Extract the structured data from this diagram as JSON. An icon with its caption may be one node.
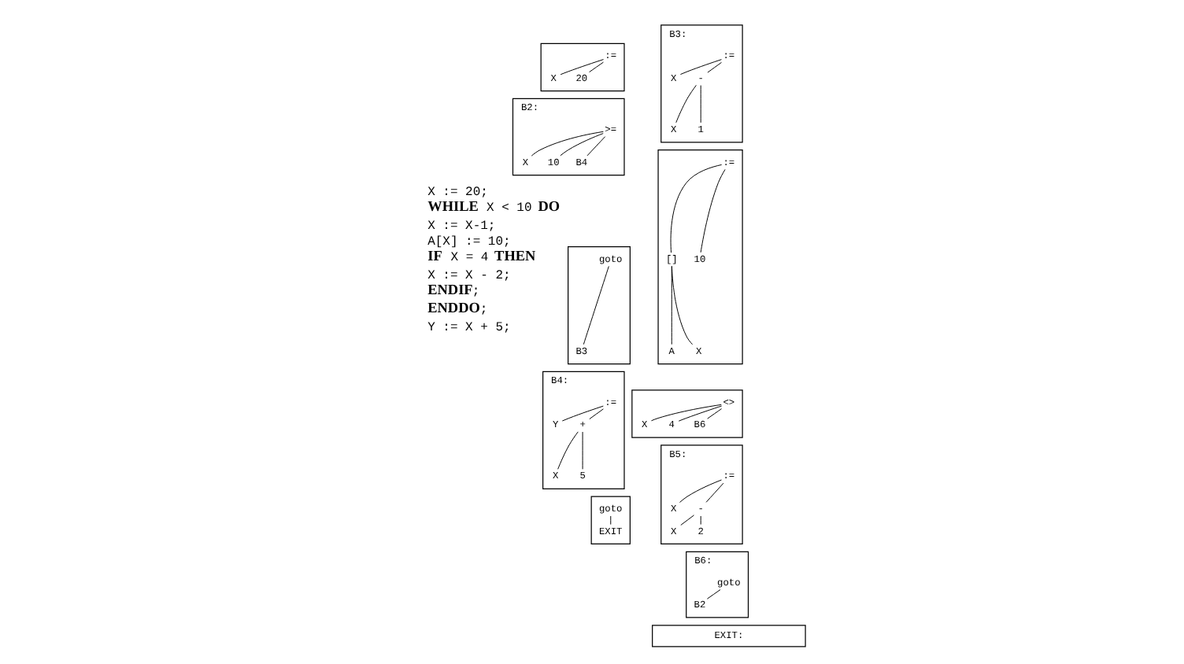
{
  "diagram": {
    "nodes": [
      {
        "text": [],
        "shape": "box"
      },
      {
        "text": [
          ":="
        ],
        "in": 0
      },
      {
        "text": [
          "X"
        ],
        "in": 0
      },
      {
        "text": [
          "20"
        ],
        "in": 0
      },
      {
        "text": [
          "B2:"
        ]
      },
      {
        "text": [
          ">="
        ],
        "in": 4
      },
      {
        "text": [
          "X"
        ],
        "in": 4
      },
      {
        "text": [
          "10"
        ],
        "in": 4
      },
      {
        "text": [
          "B4"
        ],
        "in": 4
      },
      {
        "text": [],
        "shape": "box"
      },
      {
        "text": [
          "goto"
        ],
        "in": 9
      },
      {
        "text": [
          "B3"
        ],
        "in": 9
      },
      {
        "text": [
          "B4:"
        ]
      },
      {
        "text": [
          ":="
        ],
        "in": 12
      },
      {
        "text": [
          "Y"
        ],
        "in": 12
      },
      {
        "text": [
          "+"
        ],
        "in": 12
      },
      {
        "text": [
          "X"
        ],
        "in": 12
      },
      {
        "text": [
          "5"
        ],
        "in": 12
      },
      {
        "text": [],
        "shape": "box"
      },
      {
        "text": [
          "goto"
        ],
        "in": 18
      },
      {
        "text": [
          "EXIT"
        ],
        "in": 18
      },
      {
        "text": [
          "B3:"
        ]
      },
      {
        "text": [
          ":="
        ],
        "in": 21
      },
      {
        "text": [
          "X"
        ],
        "in": 21
      },
      {
        "text": [
          "-"
        ],
        "in": 21
      },
      {
        "text": [
          "X"
        ],
        "in": 21
      },
      {
        "text": [
          "1"
        ],
        "in": 21
      },
      {
        "text": [],
        "shape": "box"
      },
      {
        "text": [
          ":="
        ],
        "in": 27
      },
      {
        "text": [
          "[]"
        ],
        "in": 27
      },
      {
        "text": [
          "A"
        ],
        "in": 27
      },
      {
        "text": [
          "X"
        ],
        "in": 27
      },
      {
        "text": [
          "10"
        ],
        "in": 27
      },
      {
        "text": [],
        "shape": "box"
      },
      {
        "text": [
          "<>"
        ],
        "in": 33
      },
      {
        "text": [
          "X"
        ],
        "in": 33
      },
      {
        "text": [
          "4"
        ],
        "in": 33
      },
      {
        "text": [
          "B6"
        ],
        "in": 33
      },
      {
        "text": [
          "B5:"
        ]
      },
      {
        "text": [
          ":="
        ],
        "in": 38
      },
      {
        "text": [
          "X"
        ],
        "in": 38
      },
      {
        "text": [
          "-"
        ],
        "in": 38
      },
      {
        "text": [
          "X"
        ],
        "in": 38
      },
      {
        "text": [
          "2"
        ],
        "in": 38
      },
      {
        "text": [
          "B6:"
        ]
      },
      {
        "text": [
          "goto"
        ],
        "in": 44
      },
      {
        "text": [
          "B2"
        ],
        "in": 44
      },
      {
        "text": [
          "EXIT:"
        ]
      }
    ],
    "edges": [
      {
        "from": 1,
        "to": 2,
        "arrow": "none"
      },
      {
        "from": 1,
        "to": 3,
        "arrow": "none"
      },
      {
        "from": 5,
        "to": 6,
        "arrow": "none"
      },
      {
        "from": 5,
        "to": 7,
        "arrow": "none"
      },
      {
        "from": 5,
        "to": 8,
        "arrow": "none"
      },
      {
        "from": 10,
        "to": 11,
        "arrow": "none"
      },
      {
        "from": 13,
        "to": 14,
        "arrow": "none"
      },
      {
        "from": 13,
        "to": 15,
        "arrow": "none"
      },
      {
        "from": 15,
        "to": 16,
        "arrow": "none"
      },
      {
        "from": 15,
        "to": 17,
        "arrow": "none"
      },
      {
        "from": 19,
        "to": 20,
        "arrow": "none"
      },
      {
        "from": 22,
        "to": 23,
        "arrow": "none"
      },
      {
        "from": 22,
        "to": 24,
        "arrow": "none"
      },
      {
        "from": 24,
        "to": 25,
        "arrow": "none"
      },
      {
        "from": 24,
        "to": 26,
        "arrow": "none"
      },
      {
        "from": 28,
        "to": 29,
        "arrow": "none"
      },
      {
        "from": 28,
        "to": 32,
        "arrow": "none"
      },
      {
        "from": 29,
        "to": 30,
        "arrow": "none"
      },
      {
        "from": 29,
        "to": 31,
        "arrow": "none"
      },
      {
        "from": 34,
        "to": 35,
        "arrow": "none"
      },
      {
        "from": 34,
        "to": 36,
        "arrow": "none"
      },
      {
        "from": 34,
        "to": 37,
        "arrow": "none"
      },
      {
        "from": 39,
        "to": 40,
        "arrow": "none"
      },
      {
        "from": 39,
        "to": 41,
        "arrow": "none"
      },
      {
        "from": 41,
        "to": 42,
        "arrow": "none"
      },
      {
        "from": 41,
        "to": 43,
        "arrow": "none"
      },
      {
        "from": 45,
        "to": 46,
        "arrow": "none"
      }
    ],
    "labels": [
      "X := 20;",
      "**WHILE** X < 10 **DO**",
      "X := X-1;",
      "A[X] := 10;",
      "**IF** X = 4 **THEN**",
      "X := X - 2;",
      "**ENDIF**;",
      "**ENDDO**;",
      "Y := X + 5;"
    ]
  }
}
